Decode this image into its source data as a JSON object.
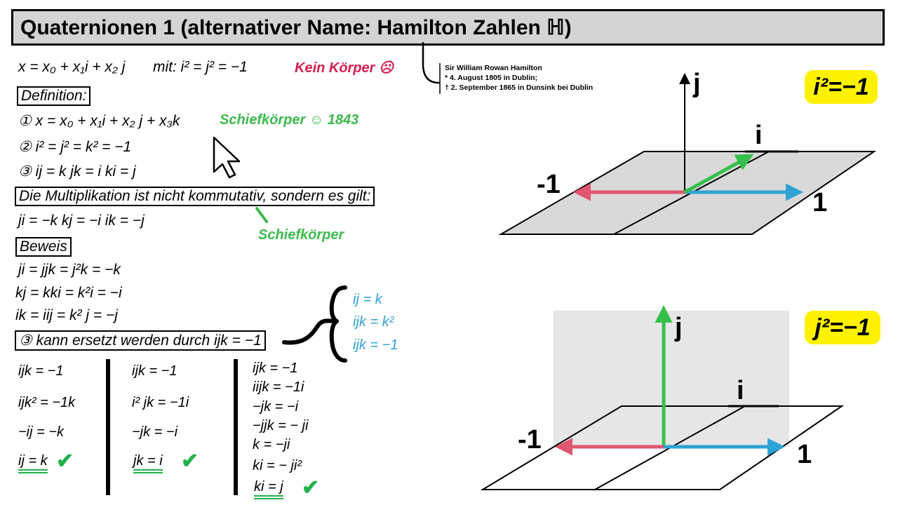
{
  "title": "Quaternionen 1  (alternativer Name: Hamilton Zahlen ℍ)",
  "line1": {
    "formula": "x = x₀ + x₁i + x₂ j",
    "mit": "mit: i² =  j² = −1",
    "kein": "Kein Körper ☹"
  },
  "definition_label": "Definition:",
  "def_items": [
    "① x = x₀ + x₁i + x₂ j + x₃k",
    "② i² = j² = k² = −1",
    "③ ij = k     jk = i     ki = j"
  ],
  "schief1843": "Schiefkörper ☺ 1843",
  "kommutativ": "Die Multiplikation ist nicht kommutativ, sondern es gilt:",
  "noncomm": "ji = −k       kj = −i     ik = −j",
  "schief2": "Schiefkörper",
  "beweis_label": "Beweis",
  "beweis": [
    "ji = jjk = j²k = −k",
    "kj = kki = k²i = −i",
    "ik = iij = k² j = −j"
  ],
  "ersetzt": "③ kann ersetzt werden durch ijk = −1",
  "brace_items": [
    "ij = k",
    "ijk = k²",
    "ijk = −1"
  ],
  "col1": [
    "ijk = −1",
    "ijk² = −1k",
    "−ij = −k",
    "ij = k"
  ],
  "col2": [
    "ijk = −1",
    "i² jk = −1i",
    "−jk = −i",
    "jk = i"
  ],
  "col3": [
    "ijk = −1",
    "iijk = −1i",
    "−jk = −i",
    "−jjk = − ji",
    "k = −ji",
    "ki = − ji²",
    "ki = j"
  ],
  "check": "✔",
  "hamilton_note": [
    "Sir William Rowan Hamilton",
    "* 4. August 1805 in Dublin;",
    "† 2. September 1865 in Dunsink bei Dublin"
  ],
  "badge_i": "i²=−1",
  "badge_j": "j²=−1",
  "diagram": {
    "j": "j",
    "i": "i",
    "neg1": "-1",
    "one": "1"
  },
  "colors": {
    "red": "#e0566f",
    "blue": "#2ea3d6",
    "green": "#35c04a",
    "plane": "#d9d9d9",
    "badge": "#fff200"
  }
}
